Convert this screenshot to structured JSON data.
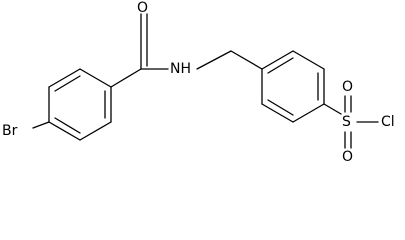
{
  "molecule": {
    "atoms": {
      "br": "Br",
      "o_amide": "O",
      "nh": "NH",
      "s": "S",
      "o_sulfonyl_top": "O",
      "o_sulfonyl_bottom": "O",
      "cl": "Cl"
    }
  }
}
